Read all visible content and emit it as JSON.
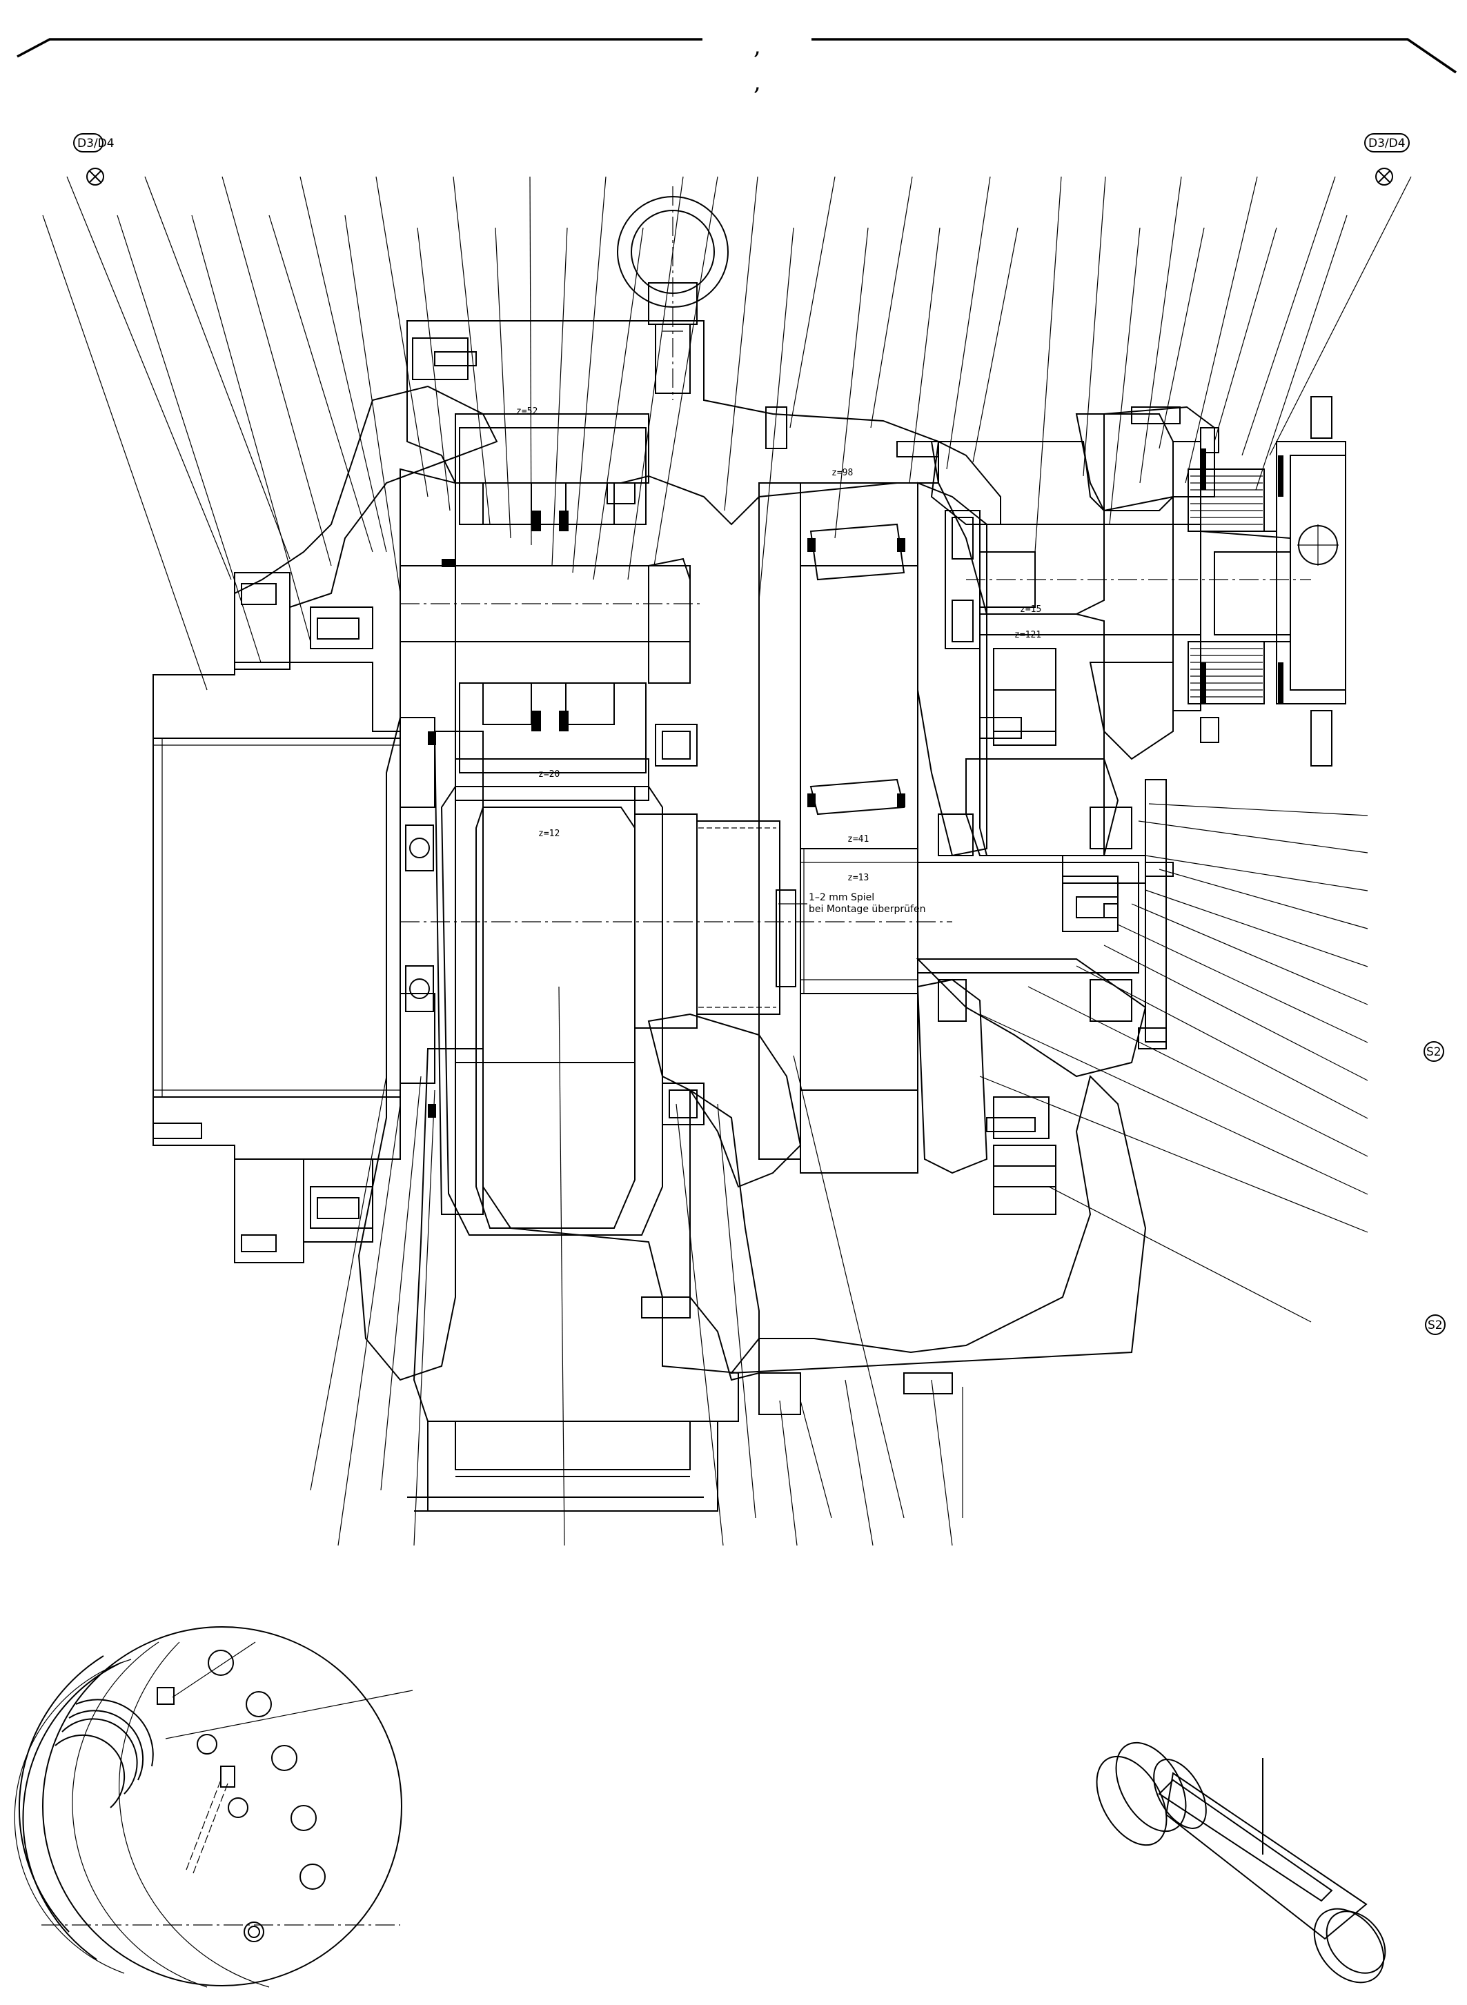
{
  "header": {
    "mark_top": ",",
    "mark_bottom": ","
  },
  "corner_badges": {
    "left": "D3/D4",
    "right": "D3/D4"
  },
  "section_marks": {
    "upper": "S2",
    "lower": "S2"
  },
  "gears": {
    "z52": "z=52",
    "z98": "z=98",
    "z20": "z=20",
    "z12": "z=12",
    "z41": "z=41",
    "z13": "z=13",
    "z15": "z=15",
    "z121": "z=121"
  },
  "note": {
    "line1": "1–2 mm Spiel",
    "line2": "bei Montage überprüfen"
  },
  "icons": {
    "top_left": "x-circle-icon",
    "top_right": "x-circle-icon"
  }
}
